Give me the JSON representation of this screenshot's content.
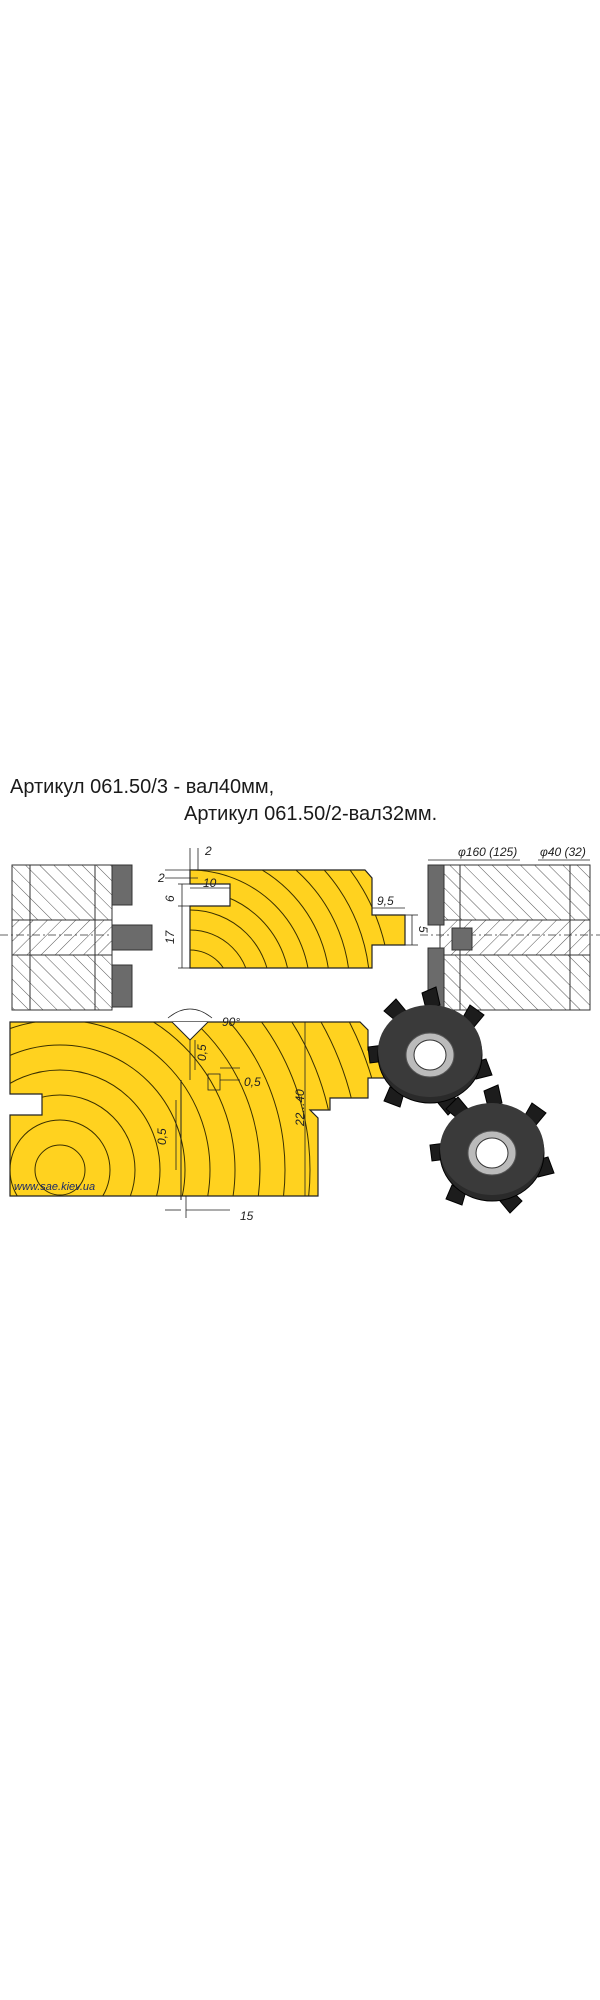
{
  "header": {
    "line1": "Артикул 061.50/3 - вал40мм,",
    "line2": "Артикул 061.50/2-вал32мм."
  },
  "dimensions": {
    "d2": "2",
    "d10": "10",
    "d6": "6",
    "d17": "17",
    "d95": "9,5",
    "d5": "5",
    "dia_outer": "φ160 (125)",
    "dia_bore": "φ40 (32)",
    "angle": "90°",
    "d05a": "0,5",
    "d05b": "0,5",
    "d05c": "0,5",
    "range": "22...40",
    "d15": "15"
  },
  "watermark": "www.sae.kiev.ua",
  "colors": {
    "wood": "#ffd21f",
    "grain": "#3a3000",
    "steel": "#6b6b6b",
    "hatch": "#444444"
  }
}
